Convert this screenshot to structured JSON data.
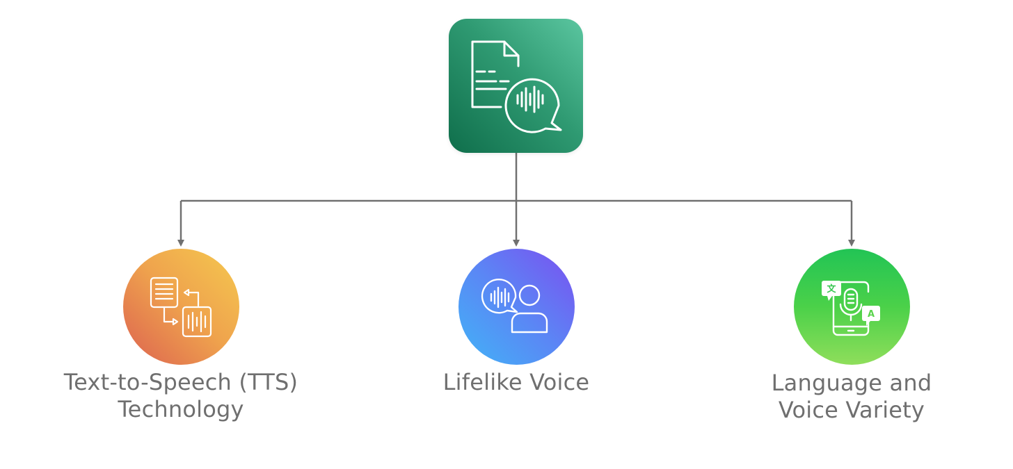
{
  "diagram": {
    "root": {
      "icon": "document-to-speech-icon",
      "colors": [
        "#0f6e4b",
        "#5bc6a0"
      ]
    },
    "children": [
      {
        "id": "tts",
        "icon": "text-to-audio-flow-icon",
        "label_lines": [
          "Text-to-Speech (TTS)",
          "Technology"
        ],
        "colors": [
          "#f5c94f",
          "#dc6150"
        ]
      },
      {
        "id": "voice",
        "icon": "speaking-person-icon",
        "label_lines": [
          "Lifelike Voice"
        ],
        "colors": [
          "#7b4ff0",
          "#41b4f6"
        ]
      },
      {
        "id": "lang",
        "icon": "phone-translate-microphone-icon",
        "label_lines": [
          "Language and",
          "Voice Variety"
        ],
        "colors": [
          "#22c455",
          "#8fde5b"
        ]
      }
    ],
    "connector_color": "#707070"
  }
}
